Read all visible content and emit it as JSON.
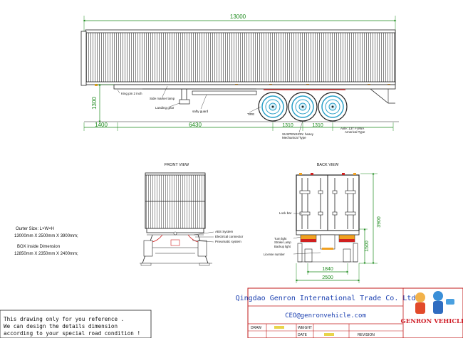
{
  "dimensions": {
    "overall_length": "13000",
    "height_side": "1300",
    "front_overhang": "1400",
    "kingpin_to_axle": "6430",
    "axle_spacing_1": "1310",
    "axle_spacing_2": "1310",
    "rear_height": "3900",
    "rear_lower_height": "1500",
    "track_width": "1840",
    "overall_width": "2500"
  },
  "side_labels": {
    "king_pin": "King pin 2 inch",
    "side_marker": "Side marker lamp",
    "landing_gear": "Landing gear",
    "safety_guard": "safty guard",
    "tire": "TIRE",
    "axle": "Axle: 13T FUWA",
    "axle_type": "Americal Type",
    "suspension": "SUSPENSION: heavy",
    "suspension_type": "Mechanical Type"
  },
  "front_view": {
    "title": "FRONT VIEW",
    "abs": "ABS System",
    "electrical": "Electrical connector",
    "pneumatic": "Pneumatic system"
  },
  "back_view": {
    "title": "BACK VIEW",
    "lock_bar": "Lock bar",
    "turn_light": "Turn light",
    "stroke_lamp": "Stroke Lamp",
    "backup_light": "Backup light",
    "license": "License number"
  },
  "specs": {
    "outer_label": "Ourter Size: L×W×H",
    "outer_value": "13000mm X 2500mm X 3900mm;",
    "inner_label": "BOX inside Dimension",
    "inner_value": "12850mm X 2350mm X 2400mm;"
  },
  "disclaimer": {
    "line1": "This drawing only for you reference .",
    "line2": "We can design the details dimension",
    "line3": "according to your special road condition !"
  },
  "title_block": {
    "company": "Qingdao Genron International Trade Co. Ltd",
    "email": "CEO@genronvehicle.com",
    "logo_text": "GENRON VEHICLE",
    "draw": "DRAW",
    "weight": "WEIGHT",
    "date": "DATE",
    "revision": "REVISION"
  },
  "colors": {
    "dimension": "#1c8a1c",
    "wheel": "#2aa0c8",
    "amber": "#f0a020",
    "red": "#d02020",
    "titlebox": "#c01818",
    "company_text": "#1a3fb0",
    "logo_text": "#d0202a"
  }
}
